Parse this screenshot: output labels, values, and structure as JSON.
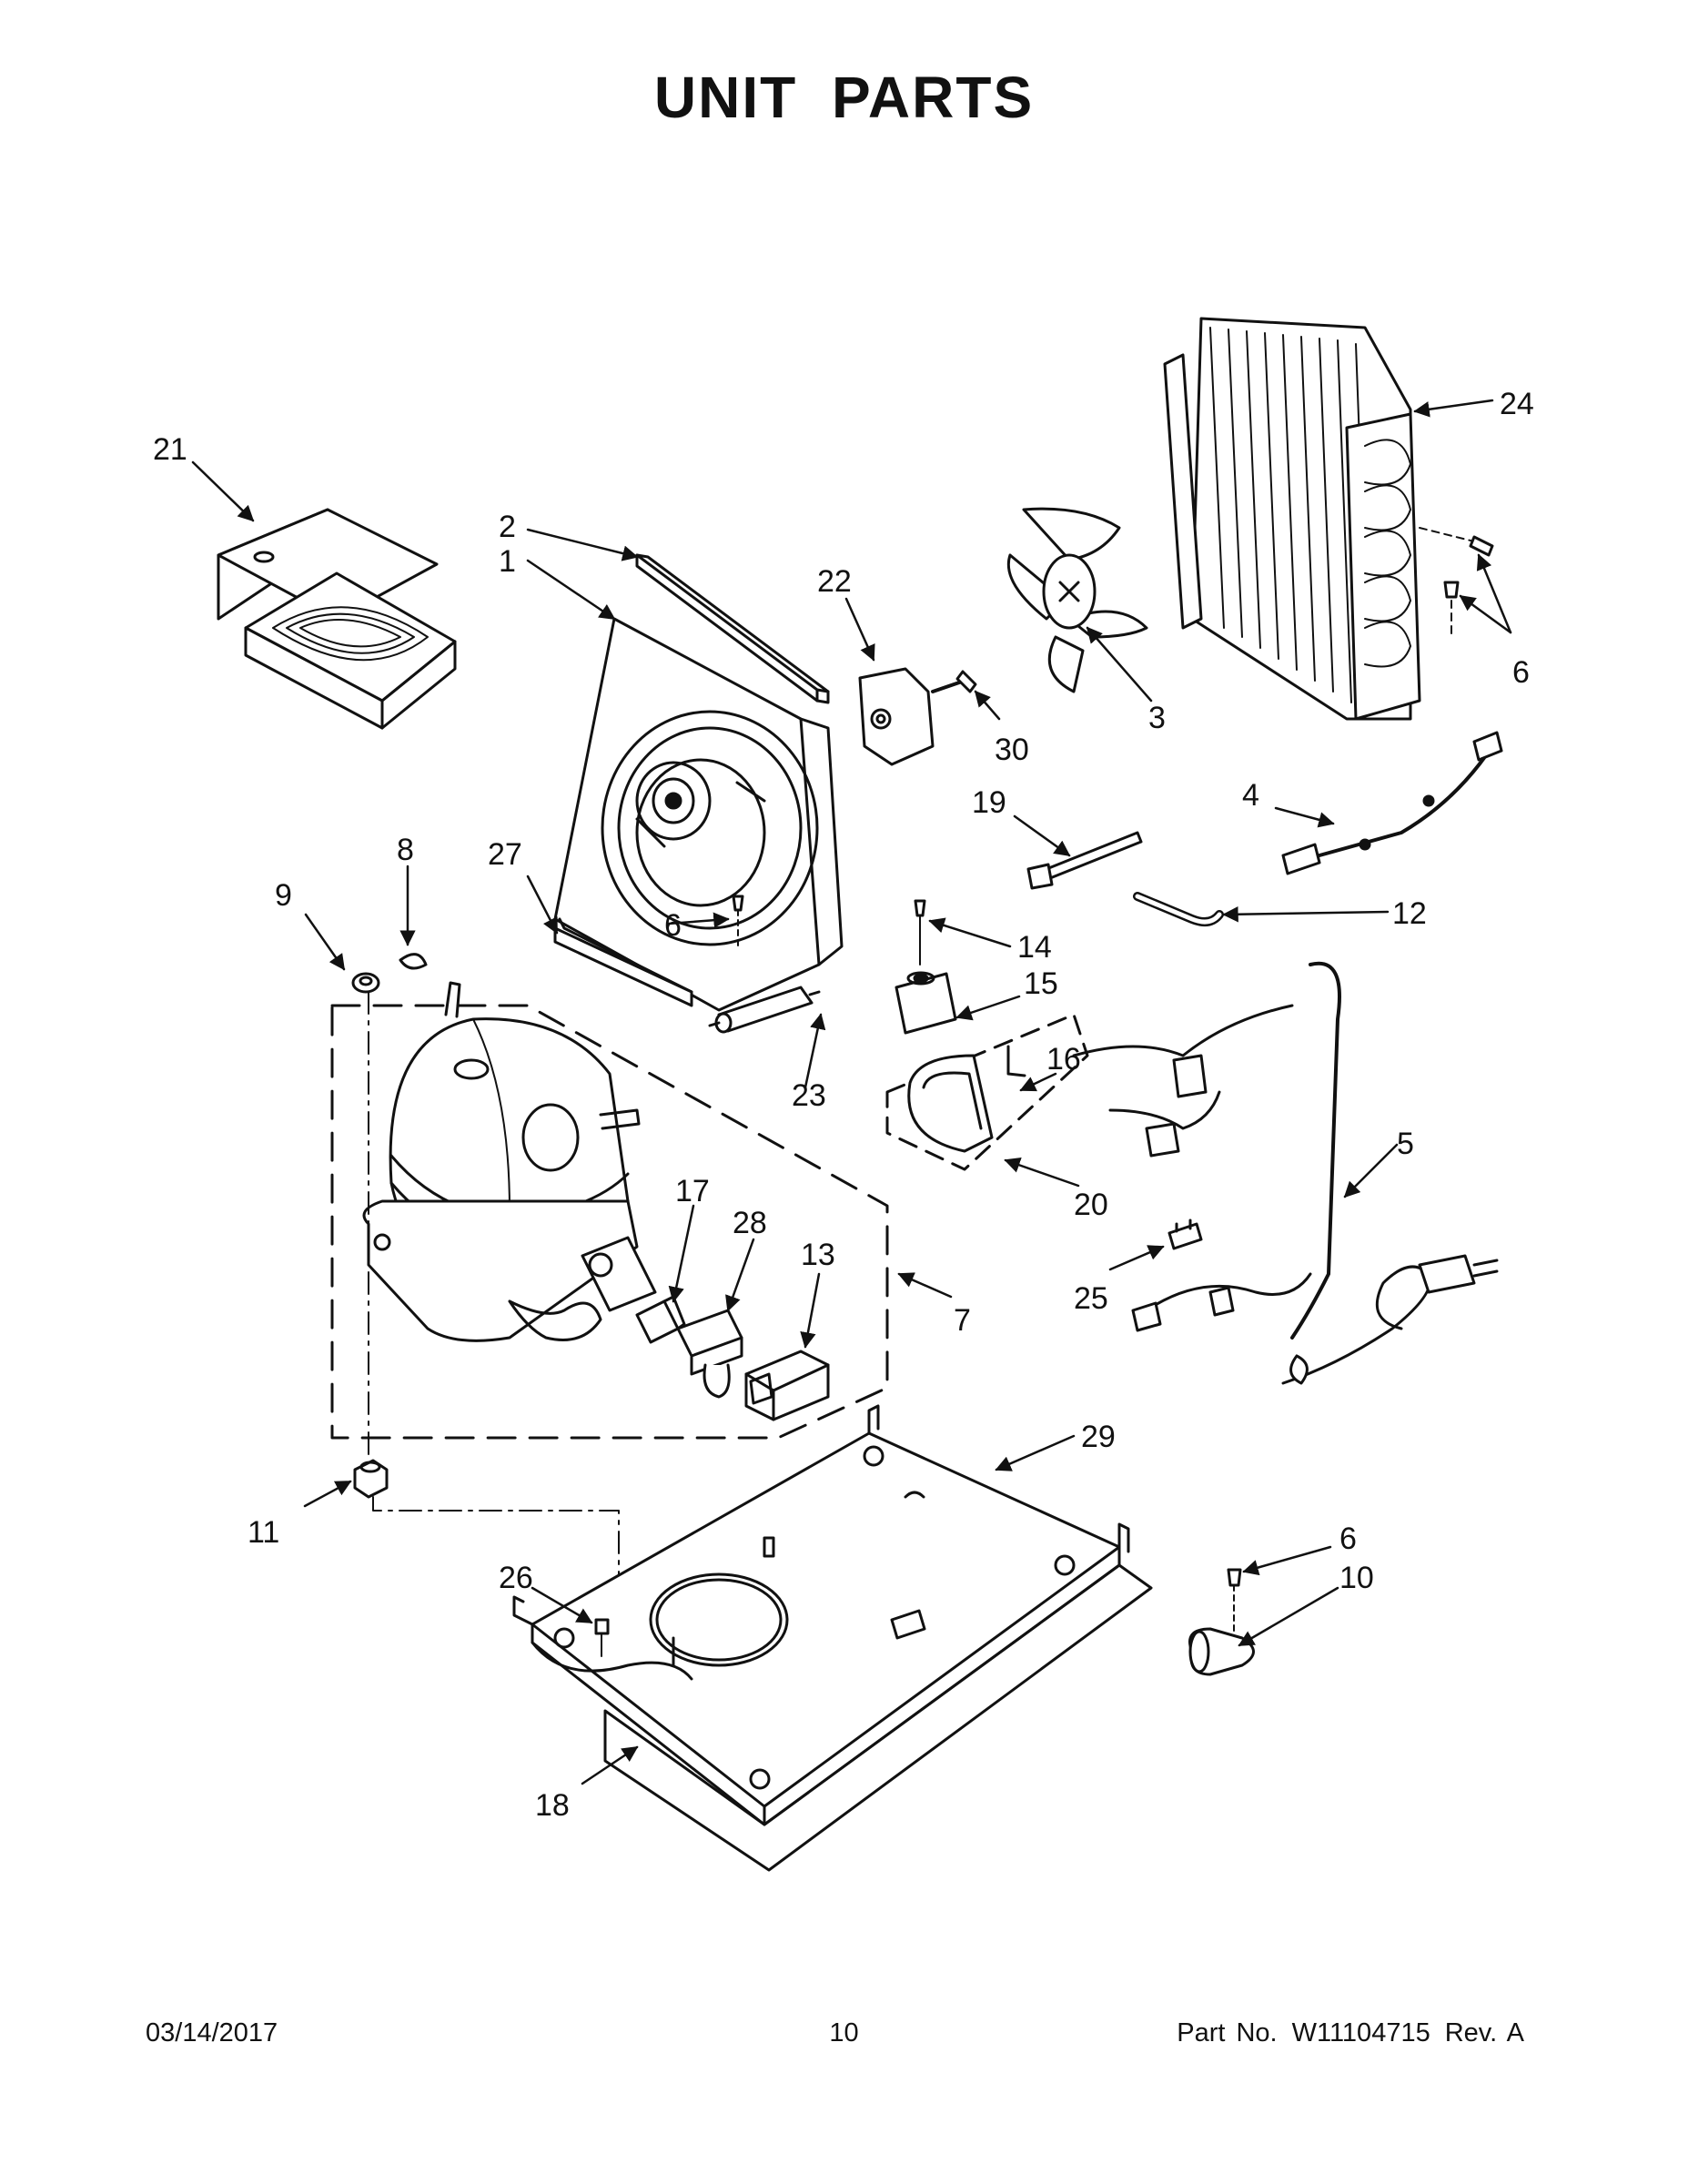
{
  "page": {
    "title": "UNIT PARTS"
  },
  "diagram": {
    "callouts": [
      "21",
      "2",
      "1",
      "22",
      "30",
      "3",
      "24",
      "6",
      "6",
      "4",
      "19",
      "12",
      "8",
      "27",
      "9",
      "6",
      "14",
      "15",
      "16",
      "23",
      "20",
      "5",
      "17",
      "28",
      "13",
      "7",
      "25",
      "29",
      "11",
      "26",
      "6",
      "10",
      "18"
    ]
  },
  "footer": {
    "date": "03/14/2017",
    "page_number": "10",
    "part_label": "Part No.",
    "part_number": "W11104715",
    "revision": "Rev. A"
  }
}
